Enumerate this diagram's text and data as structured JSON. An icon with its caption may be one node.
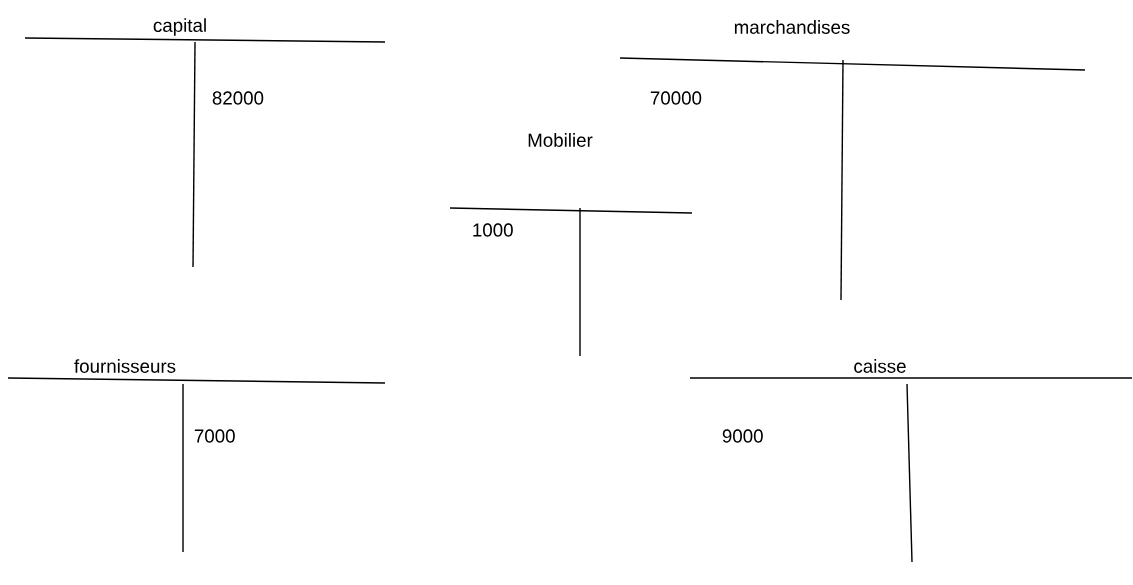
{
  "diagram": {
    "nodes": [
      {
        "text": [
          "capital",
          "82000"
        ]
      },
      {
        "text": [
          "marchandises",
          "70000"
        ]
      },
      {
        "text": [
          "Mobilier",
          "1000"
        ]
      },
      {
        "text": [
          "fournisseurs",
          "7000"
        ]
      },
      {
        "text": [
          "caisse",
          "9000"
        ]
      }
    ]
  }
}
